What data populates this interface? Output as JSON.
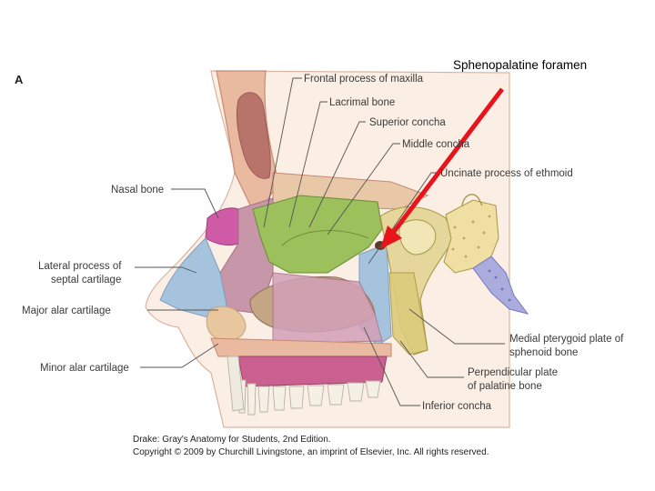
{
  "slide": {
    "title": "Sphenopalatine foramen",
    "panel_letter": "A",
    "arrow_color": "#e8141b"
  },
  "labels": {
    "frontal_process": "Frontal process of maxilla",
    "lacrimal_bone": "Lacrimal bone",
    "superior_concha": "Superior concha",
    "middle_concha": "Middle concha",
    "uncinate_process": "Uncinate process of ethmoid",
    "nasal_bone": "Nasal bone",
    "lateral_process_1": "Lateral process of",
    "lateral_process_2": "septal cartilage",
    "major_alar": "Major alar cartilage",
    "minor_alar": "Minor alar cartilage",
    "medial_pterygoid_1": "Medial pterygoid plate of",
    "medial_pterygoid_2": "sphenoid bone",
    "perpendicular_plate_1": "Perpendicular plate",
    "perpendicular_plate_2": "of palatine bone",
    "inferior_concha": "Inferior concha"
  },
  "credit": {
    "line1": "Drake: Gray's Anatomy for Students, 2nd Edition.",
    "line2": "Copyright © 2009 by Churchill Livingstone, an imprint of Elsevier, Inc. All rights reserved."
  },
  "colors": {
    "bone": "#e9b9a0",
    "cortex": "#c98872",
    "green_concha": "#9cc05c",
    "lilac": "#b8a0bf",
    "blue_cartilage": "#a6c3de",
    "mauve": "#c796a8",
    "magenta_palate": "#c9608f",
    "tan_concha": "#c4a584",
    "sphenoid_yellow": "#e5d79b",
    "pterygoid_blue": "#a9acdc",
    "teeth": "#f4f0e6"
  }
}
